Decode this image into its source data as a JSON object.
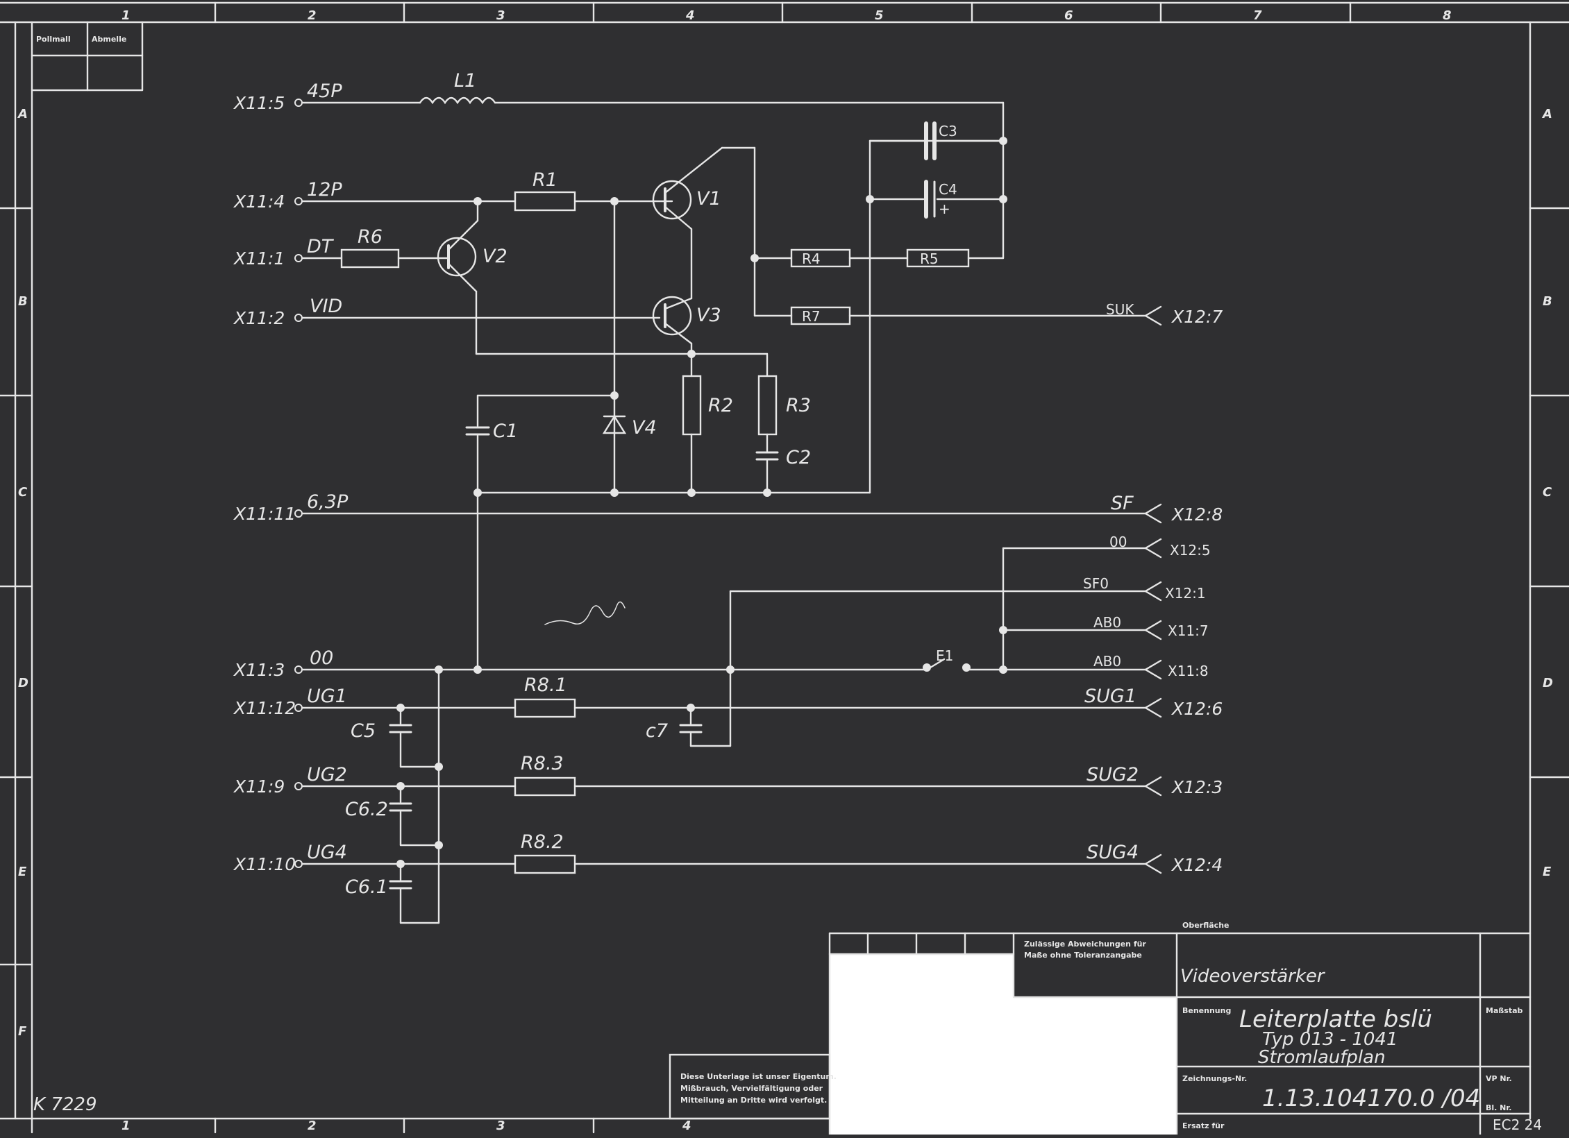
{
  "colors": {
    "background": "#2f2f31",
    "ink": "#e6e6e6",
    "paper": "#ffffff"
  },
  "grid": {
    "columns": [
      "1",
      "2",
      "3",
      "4",
      "5",
      "6",
      "7",
      "8"
    ],
    "rows": [
      "A",
      "B",
      "C",
      "D",
      "E",
      "F"
    ],
    "bottom_columns": [
      "1",
      "2",
      "3",
      "4"
    ]
  },
  "corner_box": {
    "left": "Pollmall",
    "right": "Abmelle"
  },
  "left_pins": [
    "X11:5",
    "X11:4",
    "X11:1",
    "X11:2",
    "X11:11",
    "X11:3",
    "X11:12",
    "X11:9",
    "X11:10"
  ],
  "left_nets": [
    "45P",
    "12P",
    "DT",
    "VID",
    "6,3P",
    "00",
    "UG1",
    "UG2",
    "UG4"
  ],
  "right_pins": [
    "X12:7",
    "X12:8",
    "X12:5",
    "X12:1",
    "X11:7",
    "X11:8",
    "X12:6",
    "X12:3",
    "X12:4"
  ],
  "right_nets": [
    "SUK",
    "SF",
    "00",
    "SF0",
    "AB0",
    "AB0",
    "SUG1",
    "SUG2",
    "SUG4"
  ],
  "components": {
    "L1": "L1",
    "R1": "R1",
    "R6": "R6",
    "V1": "V1",
    "V2": "V2",
    "V3": "V3",
    "R4": "R4",
    "R5": "R5",
    "R7": "R7",
    "C3": "C3",
    "C4": "C4",
    "C4_pol": "+",
    "R2": "R2",
    "R3": "R3",
    "C1": "C1",
    "C2": "C2",
    "V4": "V4",
    "E1": "E1",
    "R81": "R8.1",
    "R83": "R8.3",
    "R82": "R8.2",
    "C5": "C5",
    "C7": "c7",
    "C62": "C6.2",
    "C61": "C6.1"
  },
  "notes": {
    "sheet_id": "K 7229",
    "property_notice": [
      "Diese Unterlage ist unser Eigentum.",
      "Mißbrauch, Vervielfältigung oder",
      "Mitteilung an Dritte wird verfolgt."
    ]
  },
  "title_block": {
    "surface_label": "Oberfläche",
    "tolerance_note": [
      "Zulässige Abweichungen für",
      "Maße ohne Toleranzangabe"
    ],
    "title": "Videoverstärker",
    "designation_label": "Benennung",
    "designation": "Leiterplatte bslü",
    "type_line": "Typ  013 - 1041",
    "plan_type": "Stromlaufplan",
    "scale_label": "Maßstab",
    "drawing_no_label": "Zeichnungs-Nr.",
    "drawing_no": "1.13.104170.0 /04",
    "replacement_label": "Ersatz für",
    "vp_label": "VP Nr.",
    "sheet_label": "Bl. Nr.",
    "revision_code": "EC2 24"
  }
}
